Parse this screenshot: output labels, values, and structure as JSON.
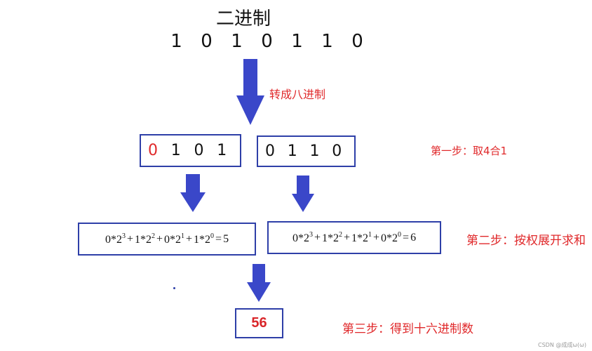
{
  "title": "二进制",
  "binary_digits": [
    "1",
    "0",
    "1",
    "0",
    "1",
    "1",
    "0"
  ],
  "convert_label": "转成八进制",
  "step1": {
    "label": "第一步：取4合1",
    "group_left": [
      "0",
      "1",
      "0",
      "1"
    ],
    "group_right": [
      "0",
      "1",
      "1",
      "0"
    ]
  },
  "step2": {
    "label": "第二步：按权展开求和",
    "formula_left": {
      "terms": [
        {
          "coef": "0",
          "base": "2",
          "exp": "3"
        },
        {
          "coef": "1",
          "base": "2",
          "exp": "2"
        },
        {
          "coef": "0",
          "base": "2",
          "exp": "1"
        },
        {
          "coef": "1",
          "base": "2",
          "exp": "0"
        }
      ],
      "result": "5"
    },
    "formula_right": {
      "terms": [
        {
          "coef": "0",
          "base": "2",
          "exp": "3"
        },
        {
          "coef": "1",
          "base": "2",
          "exp": "2"
        },
        {
          "coef": "1",
          "base": "2",
          "exp": "1"
        },
        {
          "coef": "0",
          "base": "2",
          "exp": "0"
        }
      ],
      "result": "6"
    }
  },
  "step3": {
    "label": "第三步：得到十六进制数",
    "result": "56"
  },
  "watermark": "CSDN @成成ω(ω)",
  "colors": {
    "arrow": "#3a47c9",
    "box_border": "#2e3fa8",
    "label_red": "#e0292b"
  }
}
